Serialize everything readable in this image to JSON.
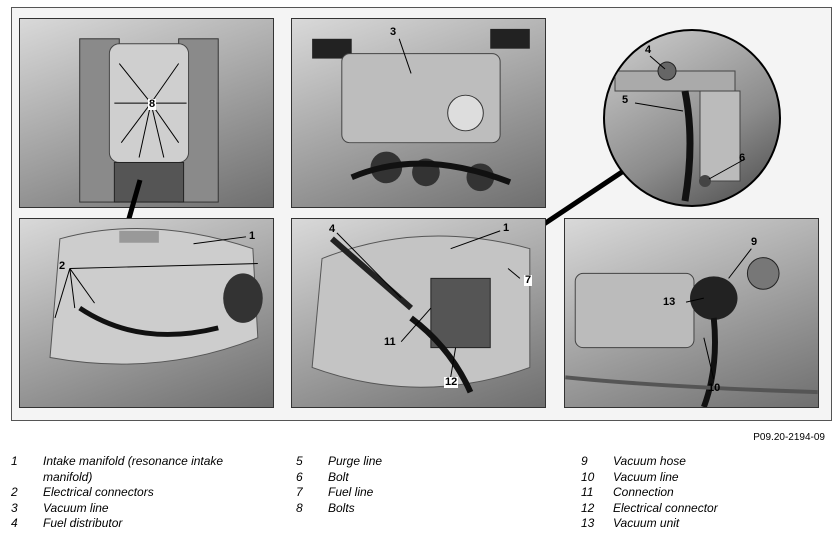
{
  "figure_code": "P09.20-2194-09",
  "panels": {
    "top_left": {
      "callouts": [
        "8"
      ]
    },
    "top_middle": {
      "callouts": [
        "3"
      ]
    },
    "detail": {
      "callouts": [
        "4",
        "5",
        "6"
      ]
    },
    "bottom_left": {
      "callouts": [
        "1",
        "2"
      ]
    },
    "bottom_middle": {
      "callouts": [
        "4",
        "1",
        "7",
        "11",
        "12"
      ]
    },
    "bottom_right": {
      "callouts": [
        "9",
        "13",
        "10"
      ]
    }
  },
  "legend": [
    [
      {
        "num": "1",
        "text": "Intake manifold (resonance intake manifold)"
      },
      {
        "num": "2",
        "text": "Electrical connectors"
      },
      {
        "num": "3",
        "text": "Vacuum line"
      },
      {
        "num": "4",
        "text": "Fuel distributor"
      }
    ],
    [
      {
        "num": "5",
        "text": "Purge line"
      },
      {
        "num": "6",
        "text": "Bolt"
      },
      {
        "num": "7",
        "text": "Fuel line"
      },
      {
        "num": "8",
        "text": "Bolts"
      }
    ],
    [
      {
        "num": "9",
        "text": "Vacuum hose"
      },
      {
        "num": "10",
        "text": "Vacuum line"
      },
      {
        "num": "11",
        "text": "Connection"
      },
      {
        "num": "12",
        "text": "Electrical connector"
      },
      {
        "num": "13",
        "text": "Vacuum unit"
      }
    ]
  ]
}
